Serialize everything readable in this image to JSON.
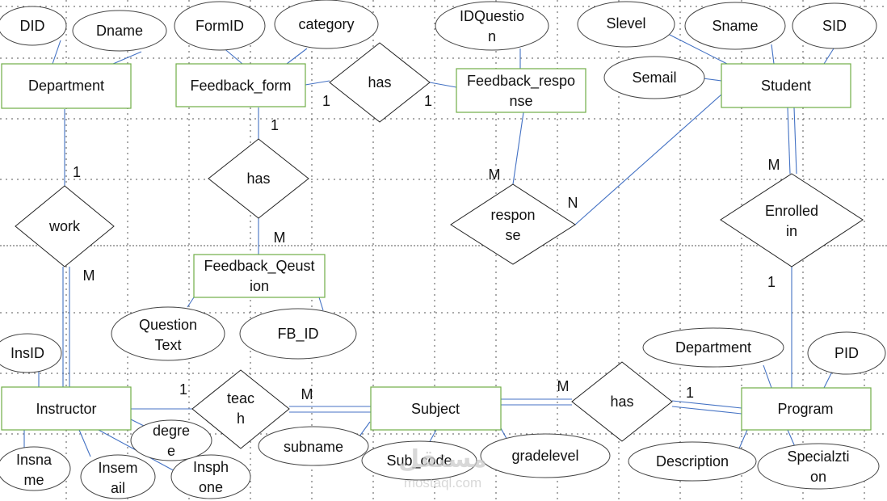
{
  "entities": [
    {
      "id": "department",
      "lines": [
        "Department"
      ]
    },
    {
      "id": "feedback-form",
      "lines": [
        "Feedback_form"
      ]
    },
    {
      "id": "feedback-response",
      "lines": [
        "Feedback_respo",
        "nse"
      ]
    },
    {
      "id": "student",
      "lines": [
        "Student"
      ]
    },
    {
      "id": "feedback-question",
      "lines": [
        "Feedback_Qeust",
        "ion"
      ]
    },
    {
      "id": "instructor",
      "lines": [
        "Instructor"
      ]
    },
    {
      "id": "subject",
      "lines": [
        "Subject"
      ]
    },
    {
      "id": "program",
      "lines": [
        "Program"
      ]
    }
  ],
  "attributes": [
    {
      "id": "did",
      "lines": [
        "DID"
      ]
    },
    {
      "id": "dname",
      "lines": [
        "Dname"
      ]
    },
    {
      "id": "formid",
      "lines": [
        "FormID"
      ]
    },
    {
      "id": "category",
      "lines": [
        "category"
      ]
    },
    {
      "id": "idquestion",
      "lines": [
        "IDQuestio",
        "n"
      ]
    },
    {
      "id": "slevel",
      "lines": [
        "Slevel"
      ]
    },
    {
      "id": "sname",
      "lines": [
        "Sname"
      ]
    },
    {
      "id": "sid",
      "lines": [
        "SID"
      ]
    },
    {
      "id": "semail",
      "lines": [
        "Semail"
      ]
    },
    {
      "id": "question-text",
      "lines": [
        "Question",
        "Text"
      ]
    },
    {
      "id": "fb-id",
      "lines": [
        "FB_ID"
      ]
    },
    {
      "id": "insid",
      "lines": [
        "InsID"
      ]
    },
    {
      "id": "insname",
      "lines": [
        "Insna",
        "me"
      ]
    },
    {
      "id": "insemail",
      "lines": [
        "Insem",
        "ail"
      ]
    },
    {
      "id": "insphone",
      "lines": [
        "Insph",
        "one"
      ]
    },
    {
      "id": "degree",
      "lines": [
        "degre",
        "e"
      ]
    },
    {
      "id": "subname",
      "lines": [
        "subname"
      ]
    },
    {
      "id": "sub-code",
      "lines": [
        "Sub_code"
      ]
    },
    {
      "id": "gradelevel",
      "lines": [
        "gradelevel"
      ]
    },
    {
      "id": "prog-department",
      "lines": [
        "Department"
      ]
    },
    {
      "id": "pid",
      "lines": [
        "PID"
      ]
    },
    {
      "id": "description",
      "lines": [
        "Description"
      ]
    },
    {
      "id": "specialization",
      "lines": [
        "Specialzti",
        "on"
      ]
    }
  ],
  "relationships": [
    {
      "id": "has-form-response",
      "lines": [
        "has"
      ]
    },
    {
      "id": "has-form-question",
      "lines": [
        "has"
      ]
    },
    {
      "id": "work",
      "lines": [
        "work"
      ]
    },
    {
      "id": "response",
      "lines": [
        "respon",
        "se"
      ]
    },
    {
      "id": "enrolled-in",
      "lines": [
        "Enrolled",
        "in"
      ]
    },
    {
      "id": "teach",
      "lines": [
        "teac",
        "h"
      ]
    },
    {
      "id": "has-subject-program",
      "lines": [
        "has"
      ]
    }
  ],
  "cardinalities": [
    {
      "id": "c-form-has",
      "text": "1"
    },
    {
      "id": "c-has-response",
      "text": "1"
    },
    {
      "id": "c-form-down",
      "text": "1"
    },
    {
      "id": "c-question-up",
      "text": "M"
    },
    {
      "id": "c-dept-work",
      "text": "1"
    },
    {
      "id": "c-work-instructor",
      "text": "M"
    },
    {
      "id": "c-response-m",
      "text": "M"
    },
    {
      "id": "c-response-n",
      "text": "N"
    },
    {
      "id": "c-student-enrolled",
      "text": "M"
    },
    {
      "id": "c-enrolled-program",
      "text": "1"
    },
    {
      "id": "c-instructor-teach",
      "text": "1"
    },
    {
      "id": "c-teach-subject",
      "text": "M"
    },
    {
      "id": "c-subject-has",
      "text": "M"
    },
    {
      "id": "c-has-program",
      "text": "1"
    }
  ],
  "watermark": {
    "arabic": "مستقل",
    "latin": "mostaql.com"
  },
  "colors": {
    "entity_border": "#70ad47",
    "line": "#4472c4",
    "text": "#111111"
  }
}
